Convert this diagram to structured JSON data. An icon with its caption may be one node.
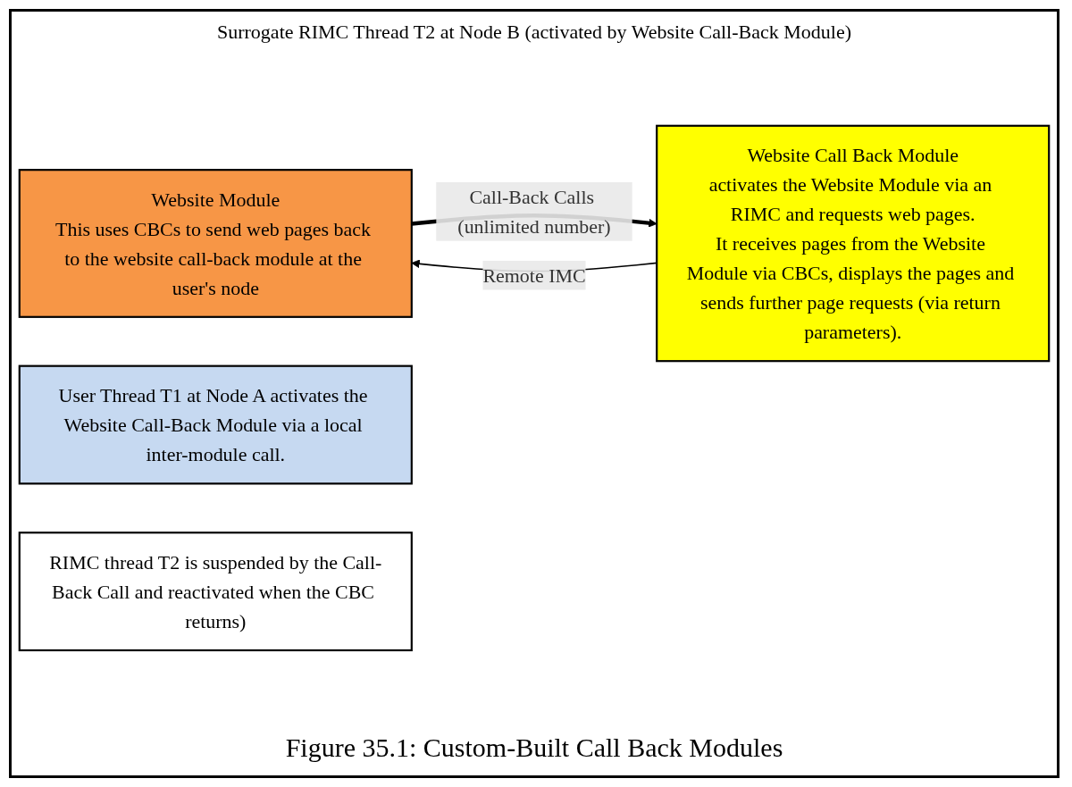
{
  "diagram": {
    "caption": "Figure 35.1:  Custom-Built Call Back Modules",
    "nodes": [
      {
        "text": [
          "Website Module",
          "This uses CBCs to send web pages back to the website call-back module at the user's node"
        ]
      },
      {
        "text": [
          "Website Call Back Module",
          "activates the Website Module via an RIMC and requests web pages.",
          "It receives pages from the Website Module via CBCs, displays the pages and sends further page requests (via return parameters)."
        ]
      },
      {
        "text": [
          "User Thread T1 at Node A activates the Website Call-Back Module via a local inter-module call."
        ]
      },
      {
        "text": [
          "RIMC thread T2 is suspended by the Call-Back Call and reactivated when the CBC returns)"
        ]
      }
    ],
    "edges": [
      {
        "from": 1,
        "to": 0,
        "arrow": "to",
        "label": "Remote IMC"
      },
      {
        "from": 0,
        "to": 1,
        "arrow": "to",
        "label": "Call-Back Calls (unlimited number)",
        "style": "thick"
      }
    ],
    "labels": [
      "Surrogate RIMC Thread T2 at Node B (activated by Website Call-Back Module)"
    ]
  }
}
